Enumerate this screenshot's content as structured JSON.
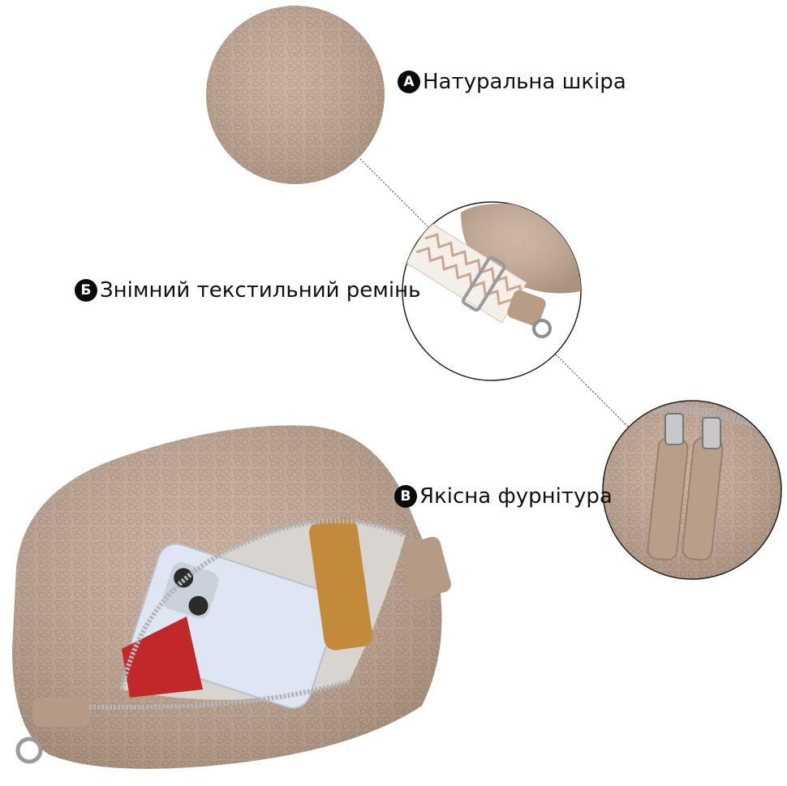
{
  "features": [
    {
      "badge": "A",
      "label": "Натуральна шкіра"
    },
    {
      "badge": "Б",
      "label": "Знімний текстильний ремінь"
    },
    {
      "badge": "В",
      "label": "Якісна фурнітура"
    }
  ],
  "colors": {
    "leather": "#c3a996",
    "leather_dark": "#a88d79",
    "lining": "#d8d4cf",
    "text": "#111111",
    "badge_bg": "#0b0b0b"
  }
}
